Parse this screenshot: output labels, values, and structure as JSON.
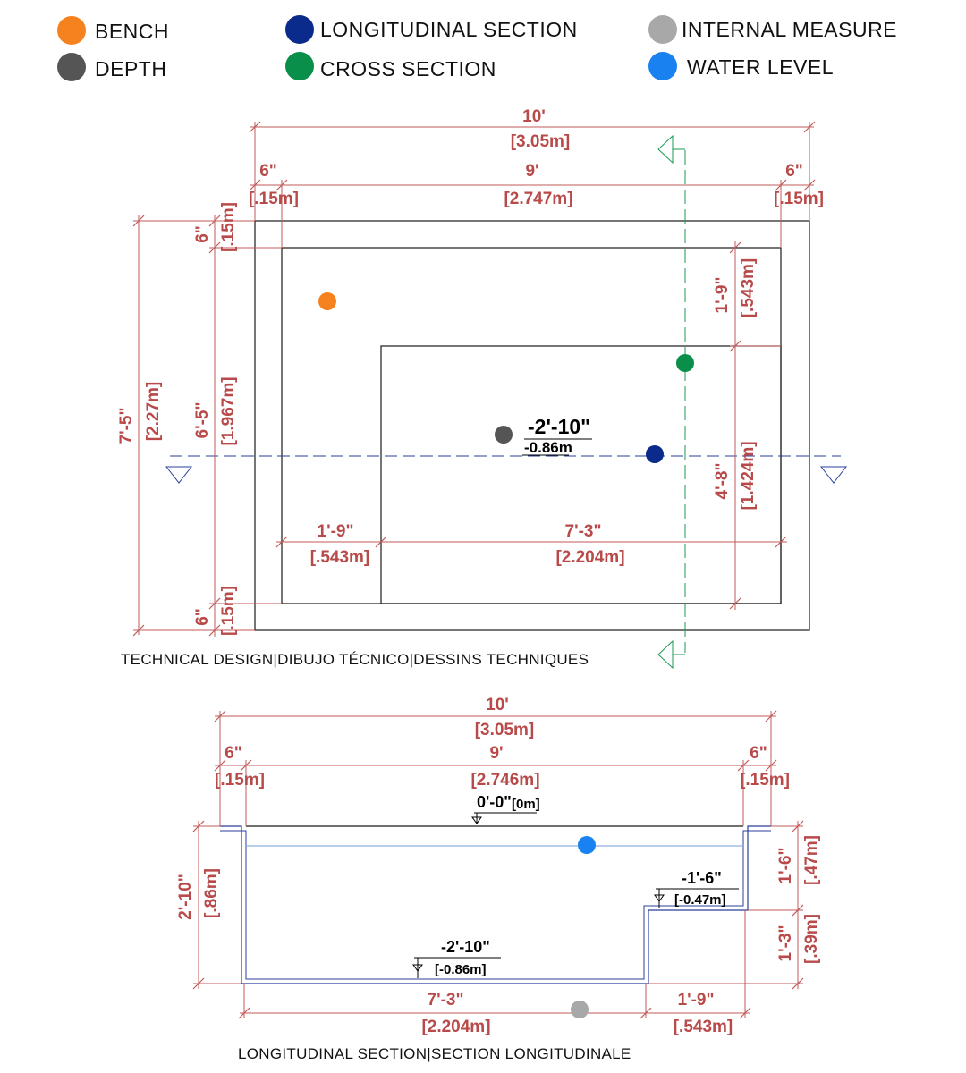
{
  "legend": {
    "bench": {
      "label": "BENCH",
      "color": "#F5811F"
    },
    "depth": {
      "label": "DEPTH",
      "color": "#555555"
    },
    "longitudinal_section": {
      "label": "LONGITUDINAL SECTION",
      "color": "#0A2A8C"
    },
    "cross_section": {
      "label": "CROSS SECTION",
      "color": "#0A8F4A"
    },
    "internal_measure": {
      "label": "INTERNAL MEASURE",
      "color": "#A8A8A8"
    },
    "water_level": {
      "label": "WATER LEVEL",
      "color": "#1A82F0"
    }
  },
  "plan": {
    "overall_width": "10'",
    "overall_width_m": "[3.05m]",
    "wall_left": "6\"",
    "wall_left_m": "[.15m]",
    "inner_width": "9'",
    "inner_width_m": "[2.747m]",
    "wall_right": "6\"",
    "wall_right_m": "[.15m]",
    "overall_length": "7'-5\"",
    "overall_length_m": "[2.27m]",
    "wall_top": "6\"",
    "wall_top_m": "[.15m]",
    "inner_length": "6'-5\"",
    "inner_length_m": "[1.967m]",
    "wall_bottom": "6\"",
    "wall_bottom_m": "[.15m]",
    "bench_depth": "1'-9\"",
    "bench_depth_m": "[.543m]",
    "deep_length": "4'-8\"",
    "deep_length_m": "[1.424m]",
    "bench_width": "1'-9\"",
    "bench_width_m": "[.543m]",
    "deep_width": "7'-3\"",
    "deep_width_m": "[2.204m]",
    "depth_level": "-2'-10\"",
    "depth_level_m": "-0.86m",
    "caption": "TECHNICAL DESIGN|DIBUJO TÉCNICO|DESSINS TECHNIQUES"
  },
  "section": {
    "overall_width": "10'",
    "overall_width_m": "[3.05m]",
    "wall_left": "6\"",
    "wall_left_m": "[.15m]",
    "inner_width": "9'",
    "inner_width_m": "[2.746m]",
    "wall_right": "6\"",
    "wall_right_m": "[.15m]",
    "top_level": "0'-0\"",
    "top_level_m": "[0m]",
    "bench_level": "-1'-6\"",
    "bench_level_m": "[-0.47m]",
    "floor_level": "-2'-10\"",
    "floor_level_m": "[-0.86m]",
    "total_depth": "2'-10\"",
    "total_depth_m": "[.86m]",
    "bench_height_upper": "1'-6\"",
    "bench_height_upper_m": "[.47m]",
    "bench_height_lower": "1'-3\"",
    "bench_height_lower_m": "[.39m]",
    "deep_width": "7'-3\"",
    "deep_width_m": "[2.204m]",
    "bench_width": "1'-9\"",
    "bench_width_m": "[.543m]",
    "caption": "LONGITUDINAL SECTION|SECTION LONGITUDINALE"
  }
}
